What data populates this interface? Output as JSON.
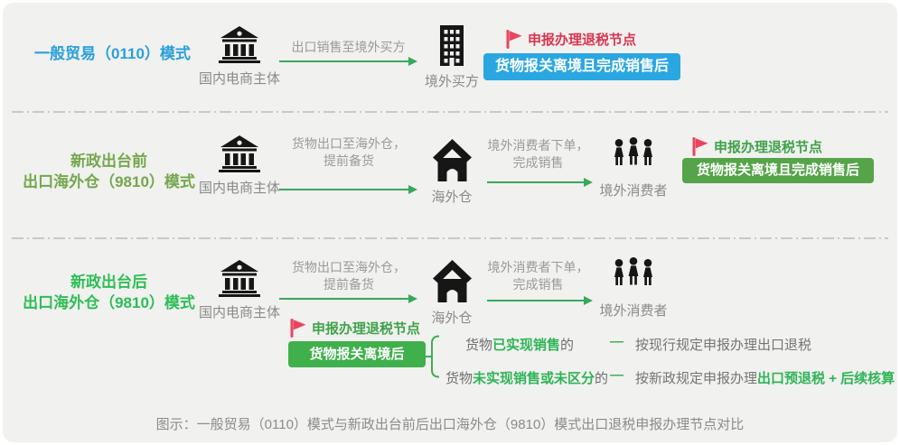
{
  "caption": "图示：一般贸易（0110）模式与新政出台前后出口海外仓（9810）模式出口退税申报办理节点对比",
  "labels": {
    "domestic_entity": "国内电商主体",
    "overseas_buyer": "境外买方",
    "overseas_warehouse": "海外仓",
    "overseas_consumers": "境外消费者",
    "rebate_node": "申报办理退税节点"
  },
  "row1": {
    "title": "一般贸易（0110）模式",
    "arrow_caption": "出口销售至境外买方",
    "box": "货物报关离境且完成销售后"
  },
  "row2": {
    "title_line1": "新政出台前",
    "title_line2": "出口海外仓（9810）模式",
    "arrow1_line1": "货物出口至海外仓，",
    "arrow1_line2": "提前备货",
    "arrow2_line1": "境外消费者下单，",
    "arrow2_line2": "完成销售",
    "box": "货物报关离境且完成销售后"
  },
  "row3": {
    "title_line1": "新政出台后",
    "title_line2": "出口海外仓（9810）模式",
    "arrow1_line1": "货物出口至海外仓，",
    "arrow1_line2": "提前备货",
    "arrow2_line1": "境外消费者下单，",
    "arrow2_line2": "完成销售",
    "box": "货物报关离境后",
    "branch1": {
      "prefix": "货物",
      "highlight": "已实现销售",
      "suffix": "的",
      "dash": "—",
      "result": "按现行规定申报办理出口退税"
    },
    "branch2": {
      "prefix": "货物",
      "highlight": "未实现销售或未区分",
      "suffix": "的",
      "dash": "—",
      "result_plain": "按新政规定申报办理",
      "result_green1": "出口预退税",
      "result_plus": " + ",
      "result_green2": "后续核算"
    }
  },
  "colors": {
    "blue_title": "#2aa0da",
    "blue_box": "#2aa7e1",
    "crimson_node": "#d8354f",
    "flag": "#e9445f",
    "olive_title": "#74a74d",
    "green_box_pre": "#55a449",
    "bright_green_title": "#2ebd57",
    "green_box_post": "#3fb04c",
    "branch_green": "#2fb457",
    "arrow_green": "#38a85c",
    "panel_bg": "#f1f1ef"
  }
}
